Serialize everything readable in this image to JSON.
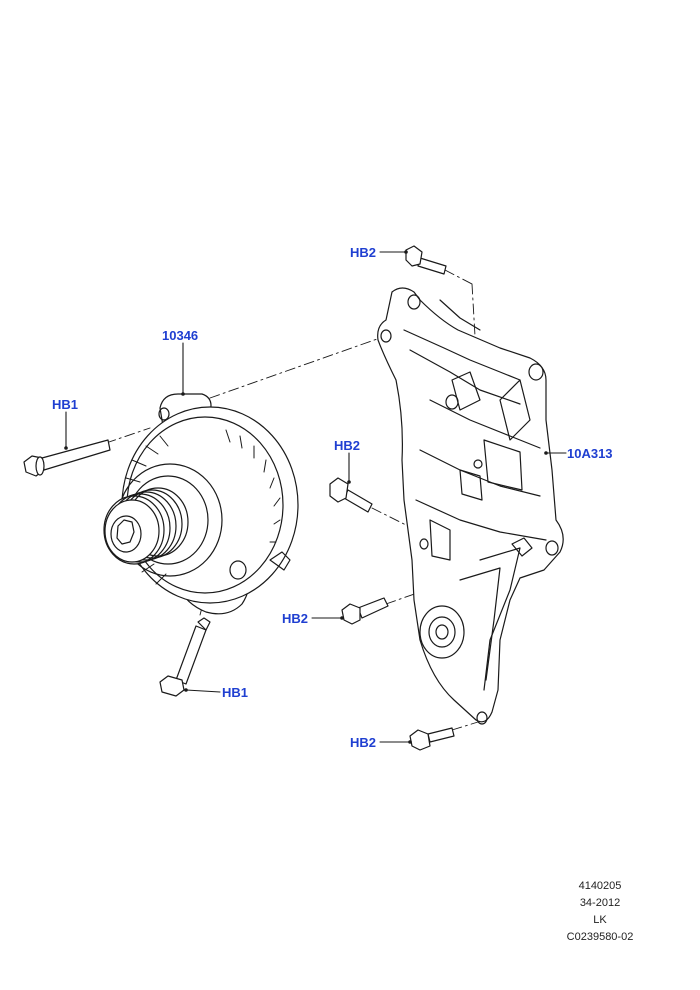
{
  "callouts": {
    "alternator": "10346",
    "bracket": "10A313",
    "hb1_top": "HB1",
    "hb1_bottom": "HB1",
    "hb2_top": "HB2",
    "hb2_middle": "HB2",
    "hb2_lower": "HB2",
    "hb2_bottom": "HB2"
  },
  "reference": {
    "line1": "4140205",
    "line2": "34-2012",
    "line3": "LK",
    "line4": "C0239580-02"
  },
  "colors": {
    "callout": "#1f3fd1",
    "line": "#1a1a1a"
  }
}
